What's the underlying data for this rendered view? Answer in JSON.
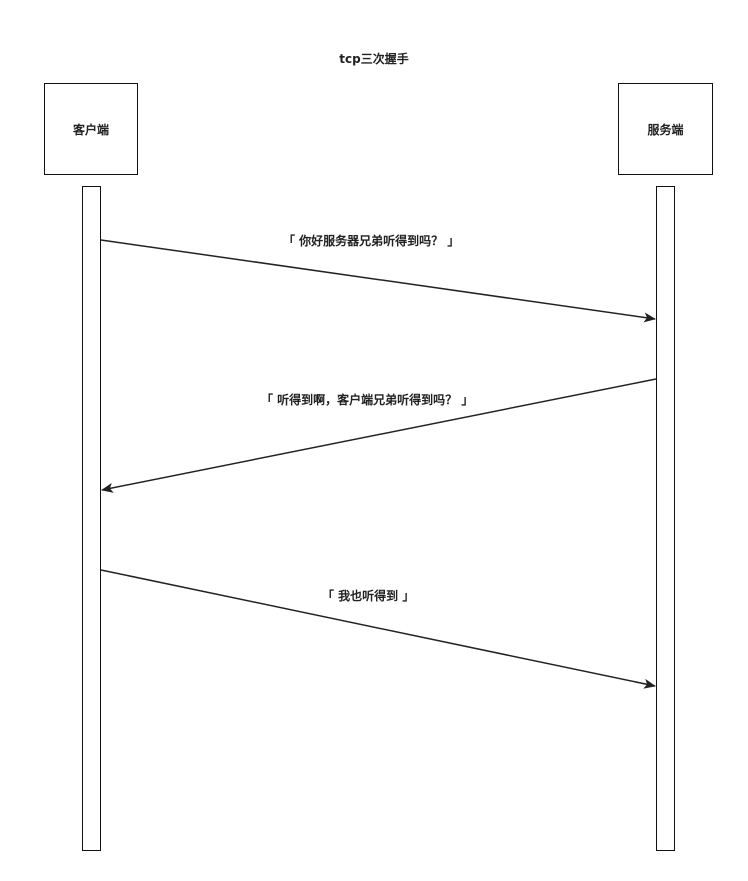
{
  "diagram": {
    "title": "tcp三次握手",
    "participants": {
      "client": "客户端",
      "server": "服务端"
    },
    "messages": [
      {
        "from": "client",
        "to": "server",
        "label": "「 你好服务器兄弟听得到吗？ 」"
      },
      {
        "from": "server",
        "to": "client",
        "label": "「 听得到啊，客户端兄弟听得到吗？ 」"
      },
      {
        "from": "client",
        "to": "server",
        "label": "「 我也听得到 」"
      }
    ]
  }
}
